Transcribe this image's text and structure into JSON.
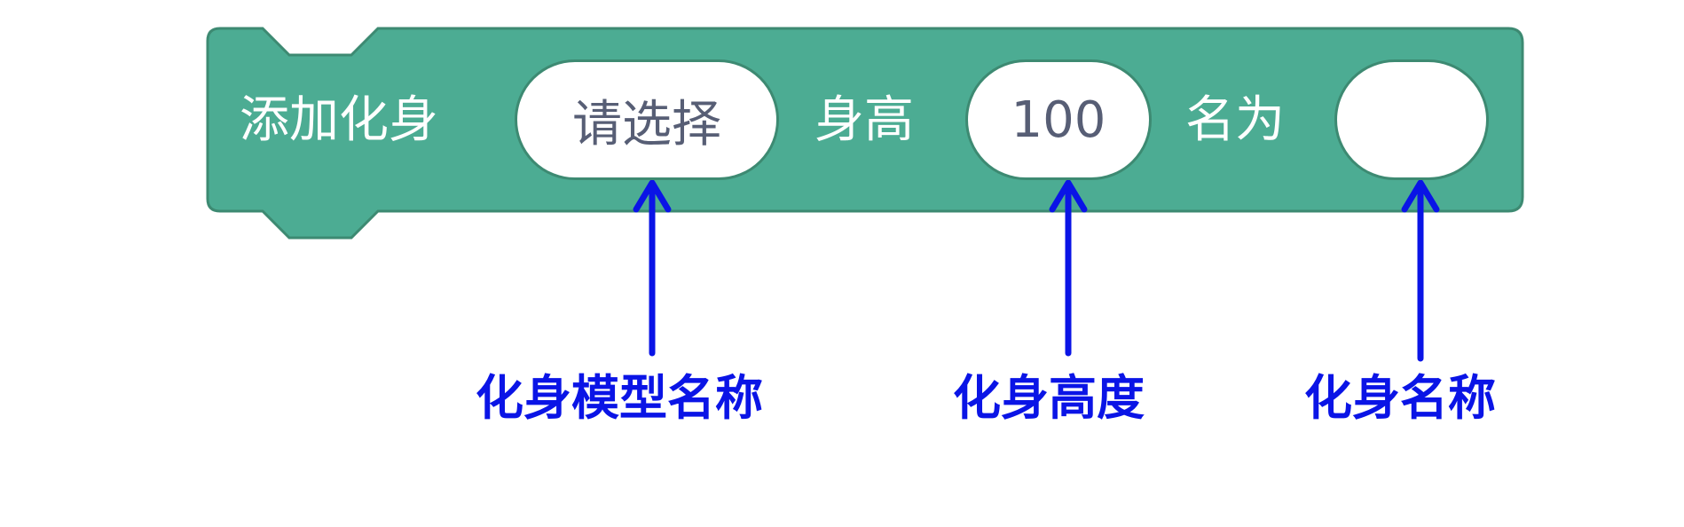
{
  "block": {
    "color": "#4cac93",
    "border_color": "#3d8a72",
    "label_add_avatar": "添加化身",
    "model_field_value": "请选择",
    "label_height": "身高",
    "height_field_value": "100",
    "label_named": "名为",
    "name_field_value": ""
  },
  "annotations": {
    "color": "#0a14e6",
    "model_name": "化身模型名称",
    "height": "化身高度",
    "name": "化身名称"
  }
}
